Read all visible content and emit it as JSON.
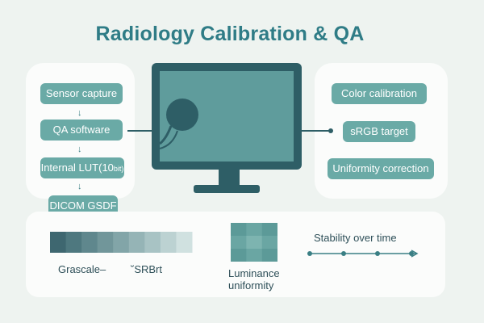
{
  "title": "Radiology Calibration & QA",
  "left_pipeline": {
    "steps": [
      "Sensor capture",
      "QA software",
      "Internal LUT(10",
      "DICOM GSDF"
    ],
    "lut_suffix": "bit)",
    "arrow": "↓"
  },
  "right_pipeline": {
    "steps": [
      "Color calibration",
      "sRGB target",
      "Uniformity correction"
    ]
  },
  "grayscale": {
    "colors": [
      "#3e6770",
      "#4e787f",
      "#5f878d",
      "#71969a",
      "#82a5a8",
      "#95b4b6",
      "#a8c3c4",
      "#bcd2d2",
      "#d0e1e0"
    ],
    "label_left": "Grascale–",
    "label_right": "˘SRBrt"
  },
  "luminance": {
    "label_line1": "Luminance",
    "label_line2": "uniformity"
  },
  "stability": {
    "label": "Stability over time",
    "point_count": 4
  },
  "colors": {
    "accent": "#2f7c86",
    "pill": "#6aaaa6",
    "monitor_frame": "#2e5e66",
    "monitor_screen": "#5f9c9c",
    "background": "#eef3f0"
  }
}
